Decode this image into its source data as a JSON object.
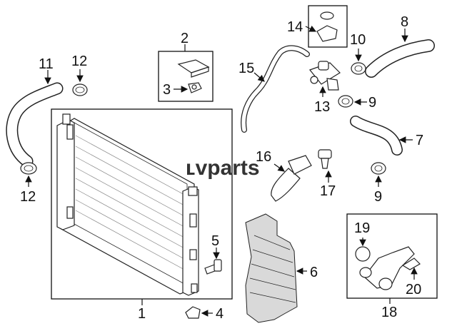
{
  "watermark": "ʟvparts",
  "callouts": {
    "c1": "1",
    "c2": "2",
    "c3": "3",
    "c4": "4",
    "c5": "5",
    "c6": "6",
    "c7": "7",
    "c8": "8",
    "c9a": "9",
    "c9b": "9",
    "c10": "10",
    "c11": "11",
    "c12a": "12",
    "c12b": "12",
    "c13": "13",
    "c14": "14",
    "c15": "15",
    "c16": "16",
    "c17": "17",
    "c18": "18",
    "c19": "19",
    "c20": "20"
  }
}
